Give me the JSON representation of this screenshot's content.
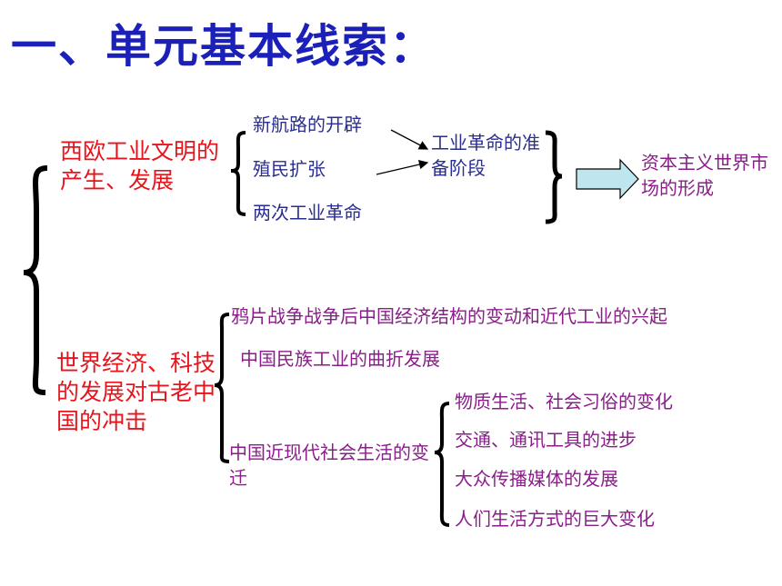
{
  "title": "一、单元基本线索：",
  "branch1": {
    "heading": "西欧工业文明的产生、发展",
    "items": [
      "新航路的开辟",
      "殖民扩张",
      "两次工业革命"
    ],
    "stage": "工业革命的准备阶段",
    "result": "资本主义世界市场的形成"
  },
  "branch2": {
    "heading": "世界经济、科技的发展对古老中国的冲击",
    "items": [
      "鸦片战争战争后中国经济结构的变动和近代工业的兴起",
      "中国民族工业的曲折发展",
      "中国近现代社会生活的变迁"
    ],
    "social_items": [
      "物质生活、社会习俗的变化",
      "交通、通讯工具的进步",
      "大众传播媒体的发展",
      "人们生活方式的巨大变化"
    ]
  },
  "colors": {
    "title": "#1b20b8",
    "heading": "#e8141c",
    "navy_text": "#2a2f8f",
    "purple_text": "#8a1d8a",
    "arrow_fill": "#bfe6ee"
  }
}
